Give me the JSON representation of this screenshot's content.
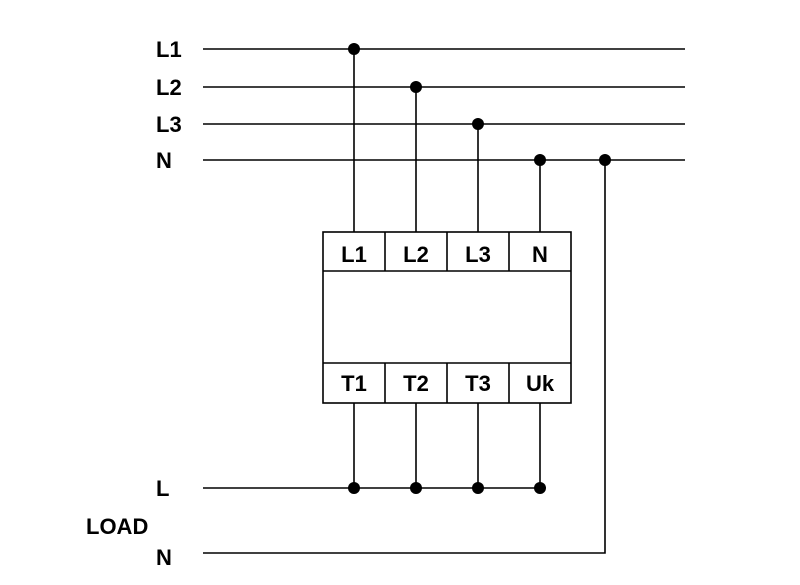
{
  "supply_lines": {
    "l1": "L1",
    "l2": "L2",
    "l3": "L3",
    "n": "N"
  },
  "device": {
    "input_terminals": [
      "L1",
      "L2",
      "L3",
      "N"
    ],
    "output_terminals": [
      "T1",
      "T2",
      "T3",
      "Uk"
    ]
  },
  "load": {
    "title": "LOAD",
    "l": "L",
    "n": "N"
  }
}
